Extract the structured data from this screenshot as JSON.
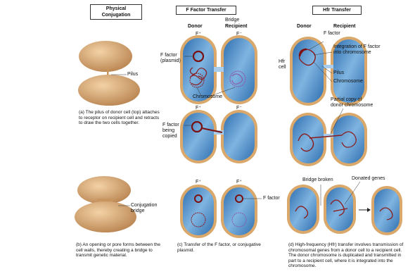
{
  "headers": {
    "physical": "Physical\nConjugation",
    "f_factor": "F Factor Transfer",
    "hfr": "Hfr Transfer"
  },
  "f_panel": {
    "donor": "Donor",
    "recipient": "Recipient",
    "bridge": "Bridge",
    "f_plus": "F⁺",
    "f_minus": "F⁻",
    "f_factor_plasmid": "F factor\n(plasmid)",
    "chromosome": "Chromosome",
    "f_factor_copied": "F factor\nbeing\ncopied",
    "f_factor": "F factor"
  },
  "hfr_panel": {
    "donor": "Donor",
    "recipient": "Recipient",
    "f_factor": "F factor",
    "integration": "Integration of F factor\ninto chromosome",
    "hfr_cell": "Hfr\ncell",
    "pilus": "Pilus",
    "chromosome": "Chromosome",
    "partial_copy": "Partial copy of\ndonor chromosome",
    "bridge_broken": "Bridge broken",
    "donated_genes": "Donated genes"
  },
  "physical_panel": {
    "pilus": "Pilus",
    "conjugation_bridge": "Conjugation\nbridge"
  },
  "captions": {
    "a": "(a) The pilus of donor cell (top) attaches to receptor on recipient cell and retracts to draw the two cells together.",
    "b": "(b) An opening or pore forms between the cell walls, thereby creating a bridge to transmit genetic material.",
    "c": "(c) Transfer of the F factor, or conjugative plasmid.",
    "d": "(d) High-frequency (Hfr) transfer involves transmission of chromosomal genes from a donor cell to a recipient cell. The donor chromosome is duplicated and transmitted in part to a recipient cell, where it is integrated into the chromosome."
  },
  "colors": {
    "cell_fill": "#4e8fc8",
    "cell_inner": "#a9cdea",
    "cell_rim": "#d9a86a",
    "dna": "#8b1a1a",
    "bacterium": "#d9a877"
  }
}
